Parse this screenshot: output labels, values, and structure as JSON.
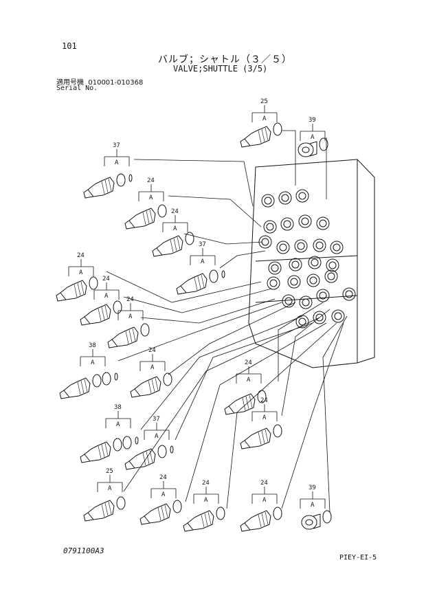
{
  "page_number": "101",
  "title_jp": "バルブ；シャトル（３／５）",
  "title_en": "VALVE;SHUTTLE (3/5)",
  "serial_label_jp": "適用号機",
  "serial_range": "010001-010368",
  "serial_label_en": "Serial No.",
  "drawing_number": "0791100A3",
  "page_code": "PIEY-EI-5",
  "callouts": [
    {
      "part": "25",
      "sub": "A"
    },
    {
      "part": "39",
      "sub": "A"
    },
    {
      "part": "37",
      "sub": "A"
    },
    {
      "part": "24",
      "sub": "A"
    },
    {
      "part": "24",
      "sub": "A"
    },
    {
      "part": "37",
      "sub": "A"
    },
    {
      "part": "24",
      "sub": "A"
    },
    {
      "part": "24",
      "sub": "A"
    },
    {
      "part": "24",
      "sub": "A"
    },
    {
      "part": "38",
      "sub": "A"
    },
    {
      "part": "24",
      "sub": "A"
    },
    {
      "part": "24",
      "sub": "A"
    },
    {
      "part": "24",
      "sub": "A"
    },
    {
      "part": "38",
      "sub": "A"
    },
    {
      "part": "37",
      "sub": "A"
    },
    {
      "part": "25",
      "sub": "A"
    },
    {
      "part": "24",
      "sub": "A"
    },
    {
      "part": "24",
      "sub": "A"
    },
    {
      "part": "24",
      "sub": "A"
    },
    {
      "part": "39",
      "sub": "A"
    }
  ]
}
